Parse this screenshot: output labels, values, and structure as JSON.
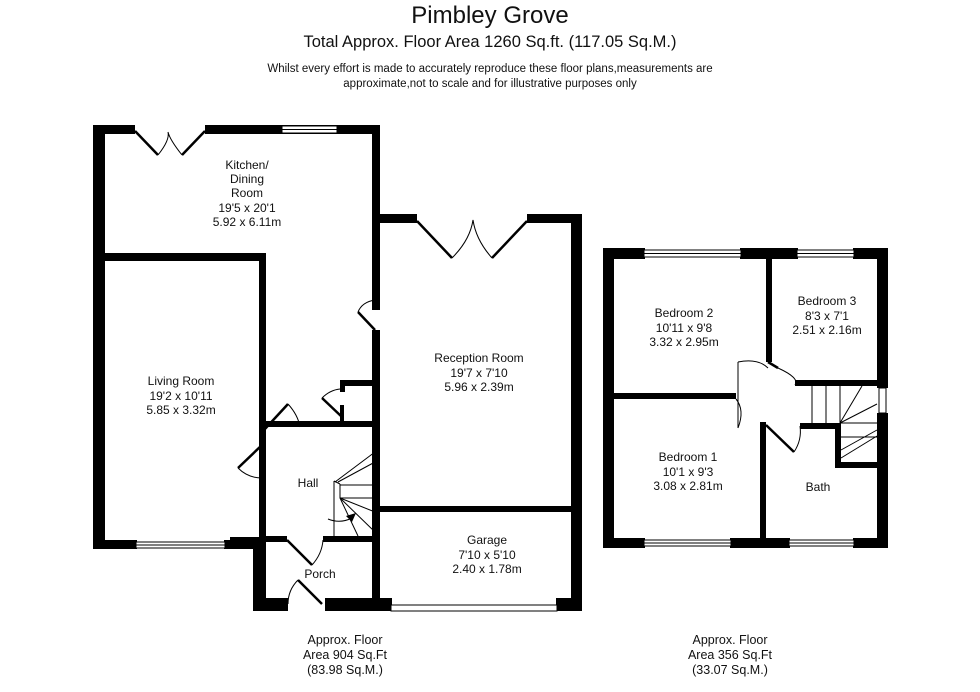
{
  "header": {
    "title": "Pimbley Grove",
    "subtitle": "Total Approx. Floor Area 1260 Sq.ft. (117.05 Sq.M.)",
    "disclaimer_line1": "Whilst every effort is made to accurately reproduce these floor plans,measurements are",
    "disclaimer_line2": "approximate,not to scale and for illustrative purposes only"
  },
  "ground_floor": {
    "rooms": {
      "kitchen": {
        "name1": "Kitchen/",
        "name2": "Dining",
        "name3": "Room",
        "imperial": "19'5 x 20'1",
        "metric": "5.92 x 6.11m"
      },
      "living": {
        "name": "Living Room",
        "imperial": "19'2 x 10'11",
        "metric": "5.85 x 3.32m"
      },
      "reception": {
        "name": "Reception Room",
        "imperial": "19'7 x 7'10",
        "metric": "5.96 x 2.39m"
      },
      "hall": {
        "name": "Hall"
      },
      "porch": {
        "name": "Porch"
      },
      "garage": {
        "name": "Garage",
        "imperial": "7'10 x 5'10",
        "metric": "2.40 x 1.78m"
      }
    },
    "area": {
      "line1": "Approx. Floor",
      "line2": "Area 904 Sq.Ft",
      "line3": "(83.98 Sq.M.)"
    }
  },
  "first_floor": {
    "rooms": {
      "bedroom2": {
        "name": "Bedroom 2",
        "imperial": "10'11 x 9'8",
        "metric": "3.32 x 2.95m"
      },
      "bedroom3": {
        "name": "Bedroom 3",
        "imperial": "8'3 x 7'1",
        "metric": "2.51 x 2.16m"
      },
      "bedroom1": {
        "name": "Bedroom 1",
        "imperial": "10'1 x 9'3",
        "metric": "3.08 x 2.81m"
      },
      "bath": {
        "name": "Bath"
      }
    },
    "area": {
      "line1": "Approx. Floor",
      "line2": "Area 356 Sq.Ft",
      "line3": "(33.07 Sq.M.)"
    }
  },
  "colors": {
    "wall": "#000000",
    "background": "#ffffff",
    "text": "#111111"
  }
}
